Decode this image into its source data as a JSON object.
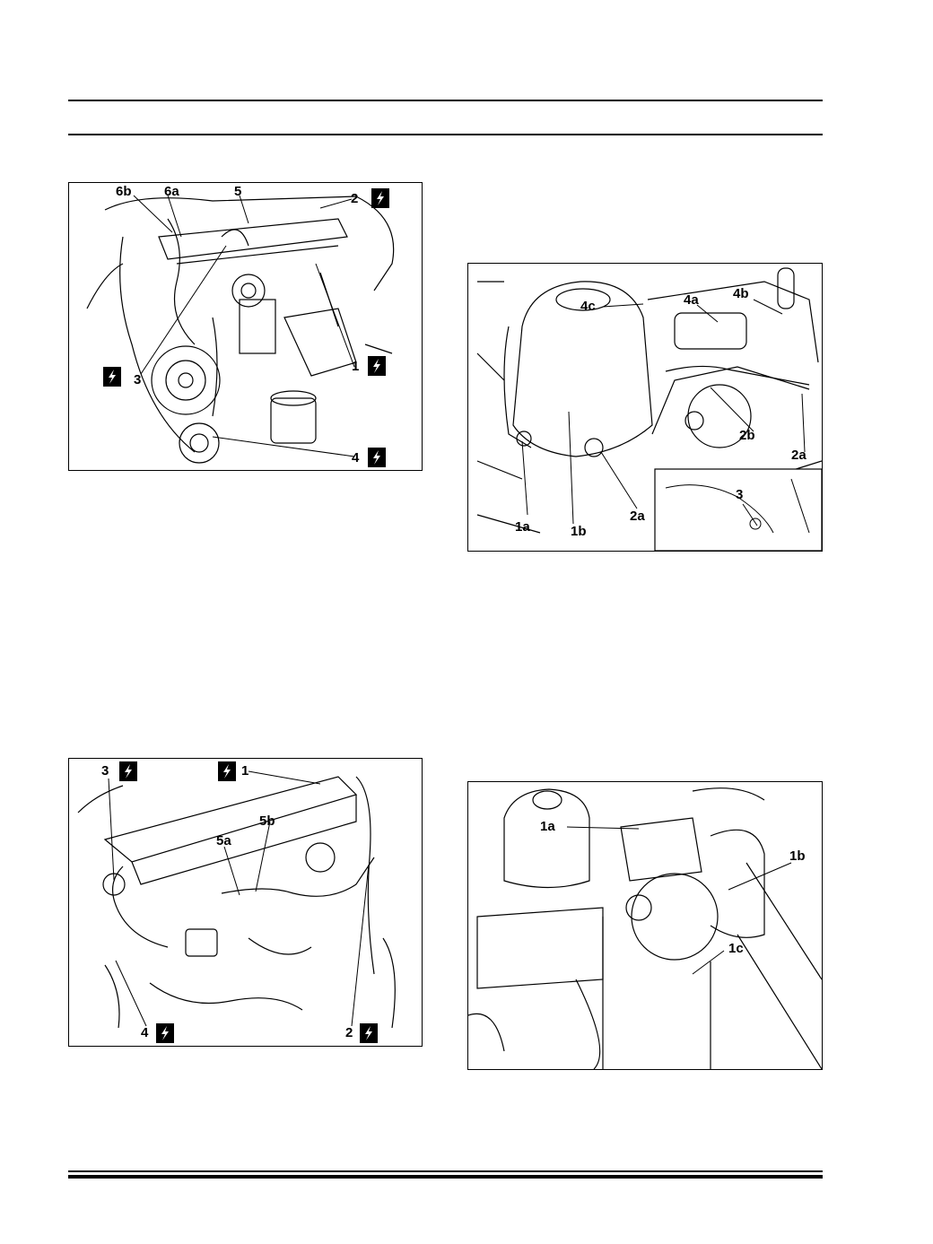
{
  "figure1": {
    "labels": {
      "l6b": "6b",
      "l6a": "6a",
      "l5": "5",
      "l2": "2",
      "l3": "3",
      "l1": "1",
      "l4": "4"
    }
  },
  "figure2": {
    "labels": {
      "l4c": "4c",
      "l4a": "4a",
      "l4b": "4b",
      "l2b": "2b",
      "l2a_right": "2a",
      "l1a": "1a",
      "l1b": "1b",
      "l2a_bottom": "2a",
      "l3": "3"
    }
  },
  "figure3": {
    "labels": {
      "l3": "3",
      "l1": "1",
      "l5b": "5b",
      "l5a": "5a",
      "l4": "4",
      "l2": "2"
    }
  },
  "figure4": {
    "labels": {
      "l1a": "1a",
      "l1b": "1b",
      "l1c": "1c"
    }
  },
  "icons": {
    "warning": "electrical-bolt-icon"
  }
}
